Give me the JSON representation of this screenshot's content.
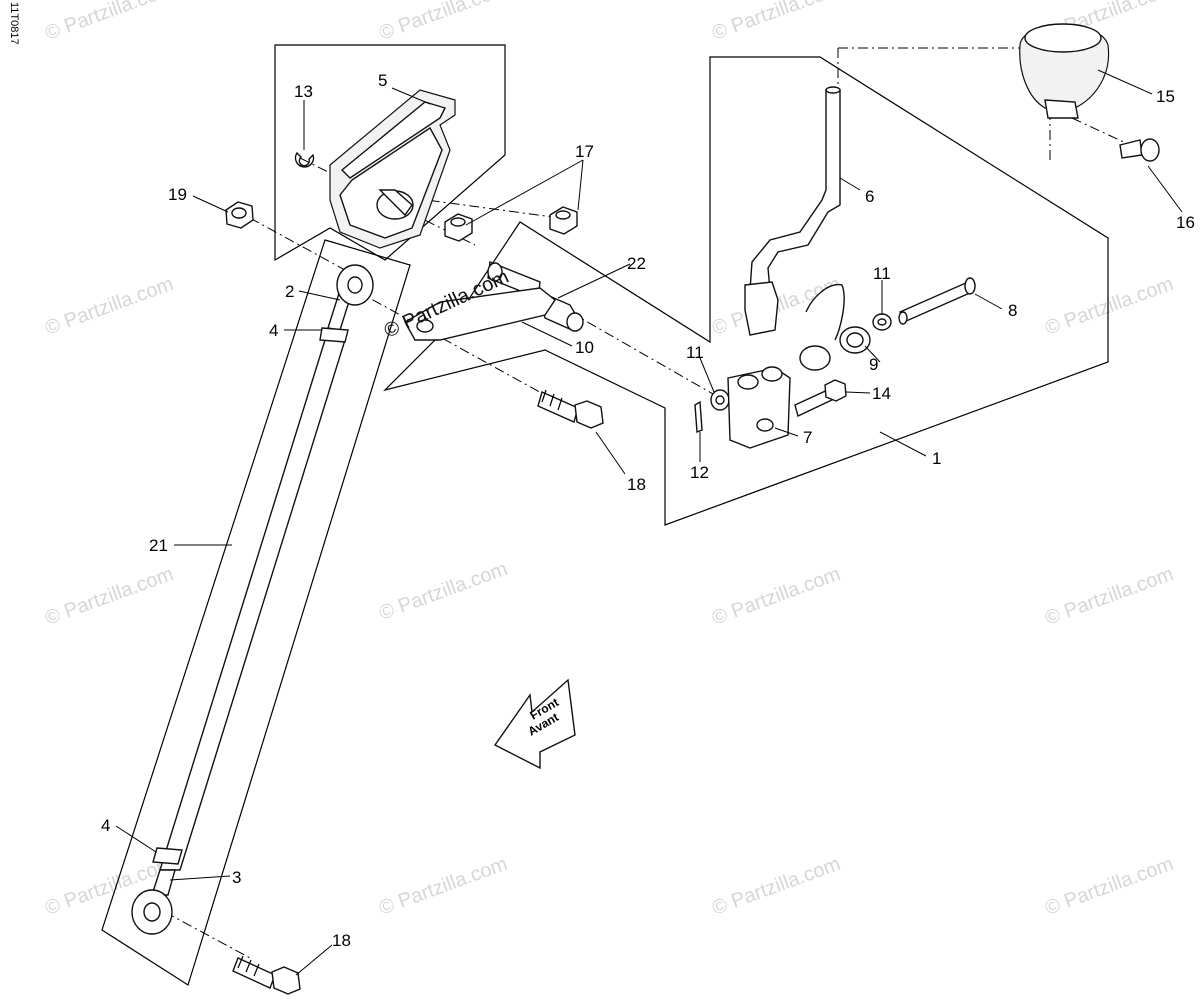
{
  "diagram_ref": "11T0817",
  "watermark": "© Partzilla.com",
  "direction_arrow": {
    "line1": "Front",
    "line2": "Avant"
  },
  "callouts": {
    "c1": "1",
    "c2": "2",
    "c3": "3",
    "c4a": "4",
    "c4b": "4",
    "c5": "5",
    "c6": "6",
    "c7": "7",
    "c8": "8",
    "c9": "9",
    "c10": "10",
    "c11a": "11",
    "c11b": "11",
    "c12": "12",
    "c13": "13",
    "c14": "14",
    "c15": "15",
    "c16": "16",
    "c17": "17",
    "c18a": "18",
    "c18b": "18",
    "c19": "19",
    "c21": "21",
    "c22": "22"
  }
}
